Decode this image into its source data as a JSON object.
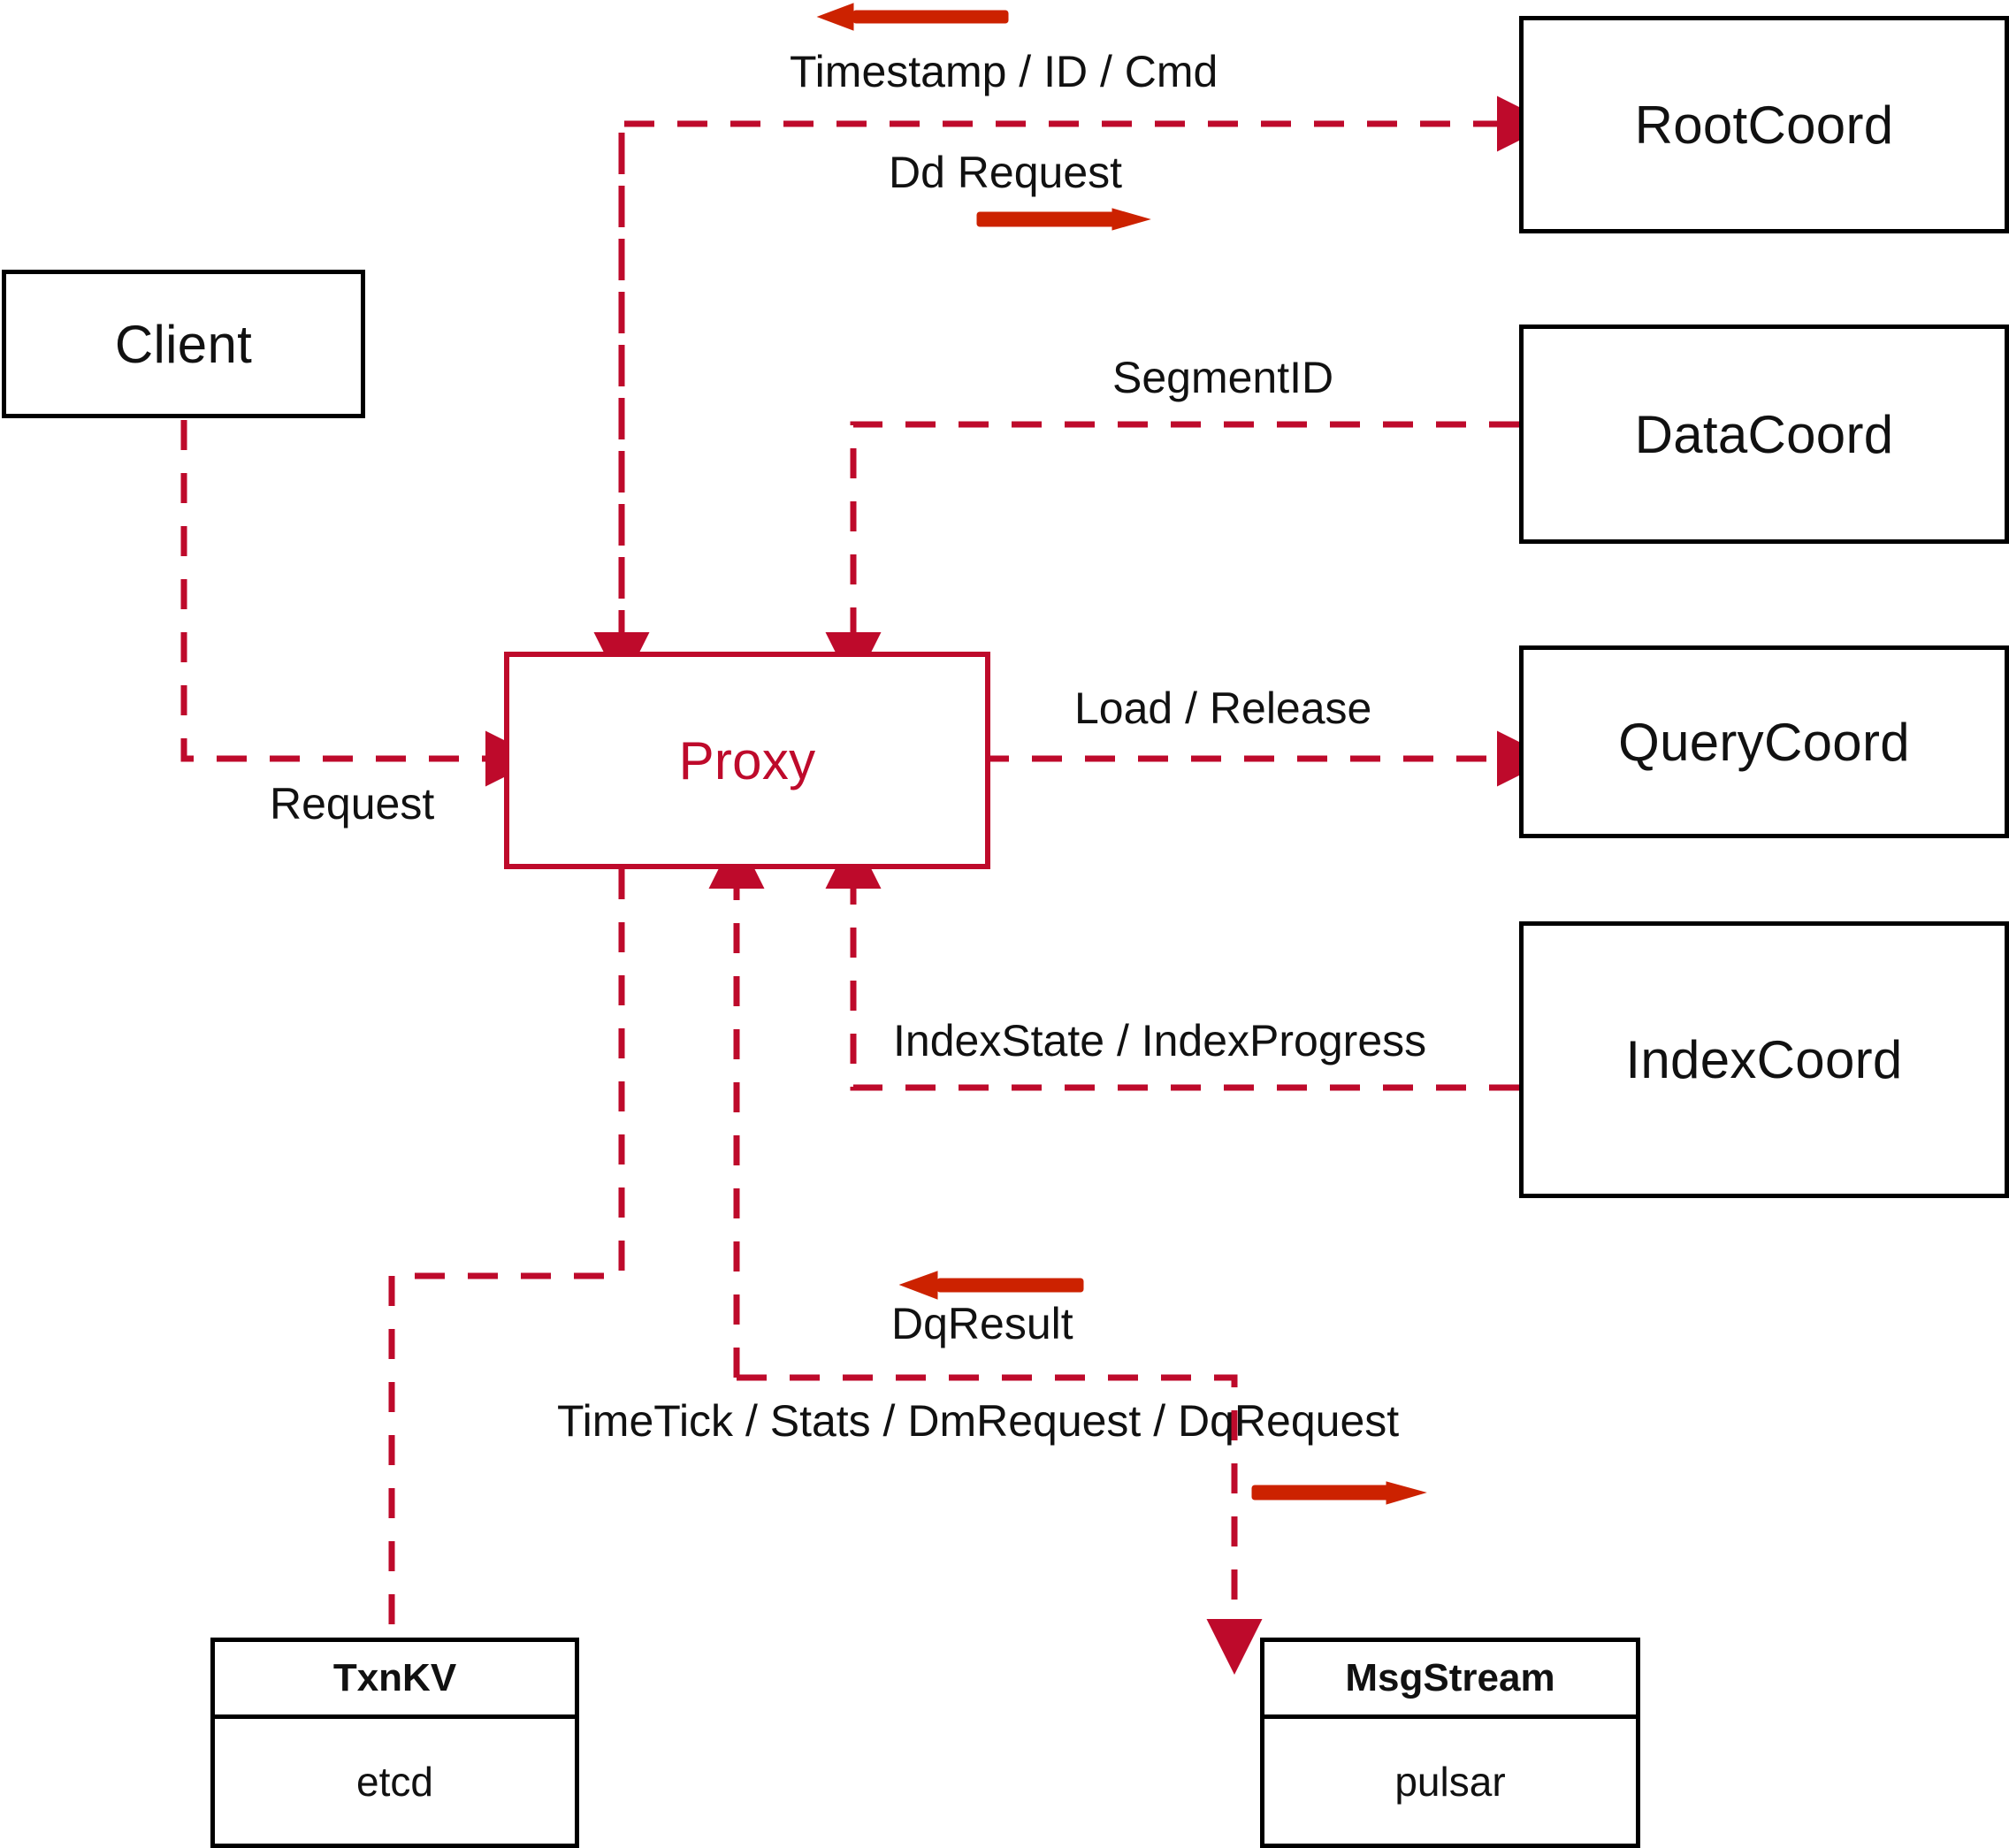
{
  "diagram": {
    "title": "Milvus Proxy interaction diagram",
    "colors": {
      "dashed_line": "#BE0A2B",
      "solid_arrow": "#CC2200",
      "node_border": "#000000",
      "proxy_border": "#BE0A2B",
      "proxy_text": "#BE0A2B",
      "label_text": "#111111",
      "background": "#FFFFFF"
    }
  },
  "nodes": {
    "client": {
      "label": "Client"
    },
    "proxy": {
      "label": "Proxy"
    },
    "root_coord": {
      "label": "RootCoord"
    },
    "data_coord": {
      "label": "DataCoord"
    },
    "query_coord": {
      "label": "QueryCoord"
    },
    "index_coord": {
      "label": "IndexCoord"
    },
    "txnkv": {
      "title": "TxnKV",
      "impl": "etcd"
    },
    "msgstream": {
      "title": "MsgStream",
      "impl": "pulsar"
    }
  },
  "edge_labels": {
    "timestamp_id_cmd": "Timestamp / ID / Cmd",
    "dd_request": "Dd Request",
    "segment_id": "SegmentID",
    "request": "Request",
    "load_release": "Load / Release",
    "index_state_progress": "IndexState / IndexProgress",
    "dq_result": "DqResult",
    "timetick_stats": "TimeTick / Stats / DmRequest / DqRequest"
  },
  "edges": [
    {
      "from": "proxy",
      "to": "root_coord",
      "label": "Dd Request",
      "direction": "right",
      "style": "dashed"
    },
    {
      "from": "root_coord",
      "to": "proxy",
      "label": "Timestamp / ID / Cmd",
      "direction": "left",
      "style": "dashed"
    },
    {
      "from": "data_coord",
      "to": "proxy",
      "label": "SegmentID",
      "direction": "left",
      "style": "dashed"
    },
    {
      "from": "client",
      "to": "proxy",
      "label": "Request",
      "direction": "right",
      "style": "dashed"
    },
    {
      "from": "proxy",
      "to": "query_coord",
      "label": "Load / Release",
      "direction": "right",
      "style": "dashed"
    },
    {
      "from": "index_coord",
      "to": "proxy",
      "label": "IndexState / IndexProgress",
      "direction": "left",
      "style": "dashed"
    },
    {
      "from": "msgstream",
      "to": "proxy",
      "label": "DqResult",
      "direction": "left",
      "style": "dashed"
    },
    {
      "from": "proxy",
      "to": "msgstream",
      "label": "TimeTick / Stats / DmRequest / DqRequest",
      "direction": "right",
      "style": "dashed"
    },
    {
      "from": "proxy",
      "to": "txnkv",
      "label": "",
      "direction": "down",
      "style": "dashed"
    }
  ]
}
